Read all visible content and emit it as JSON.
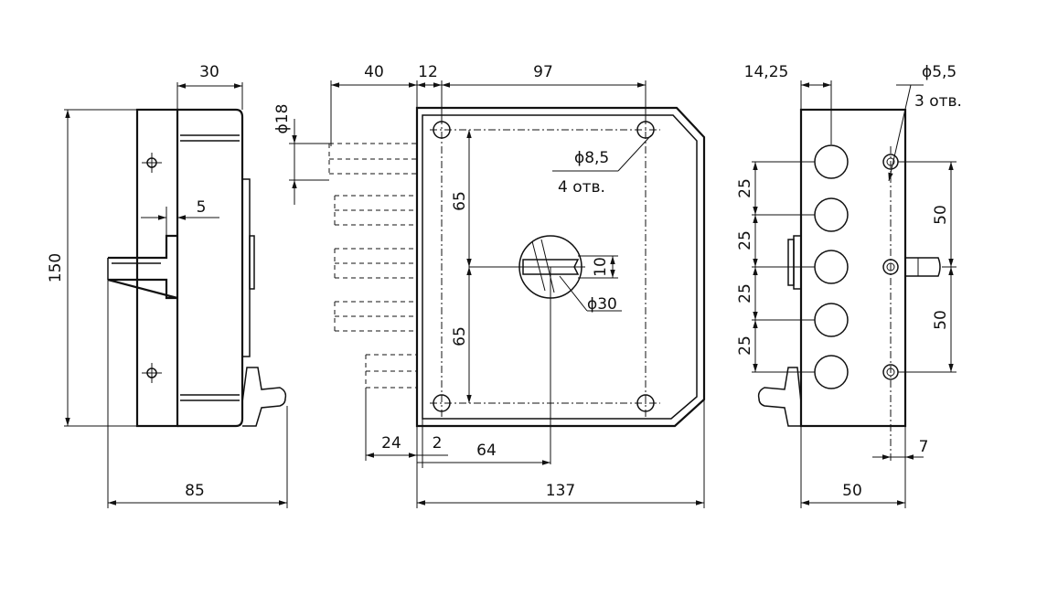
{
  "side_view": {
    "dim_top": "30",
    "dim_height": "150",
    "dim_tab": "5",
    "dim_bottom": "85"
  },
  "front_view": {
    "dim_top_left": "40",
    "dim_top_mid": "12",
    "dim_top_right": "97",
    "dim_cyl": "ϕ18",
    "dim_hole": "ϕ8,5",
    "dim_hole_count": "4 отв.",
    "dim_v_upper": "65",
    "dim_v_lower": "65",
    "dim_key": "10",
    "dim_round": "ϕ30",
    "dim_b1": "24",
    "dim_b2": "2",
    "dim_b3": "64",
    "dim_width": "137"
  },
  "rear_view": {
    "dim_top": "14,25",
    "dim_hole": "ϕ5,5",
    "dim_hole_count": "3 отв.",
    "pitch_1": "25",
    "pitch_2": "25",
    "pitch_3": "25",
    "pitch_4": "25",
    "dim_upper": "50",
    "dim_lower": "50",
    "dim_side": "7",
    "dim_width": "50"
  }
}
